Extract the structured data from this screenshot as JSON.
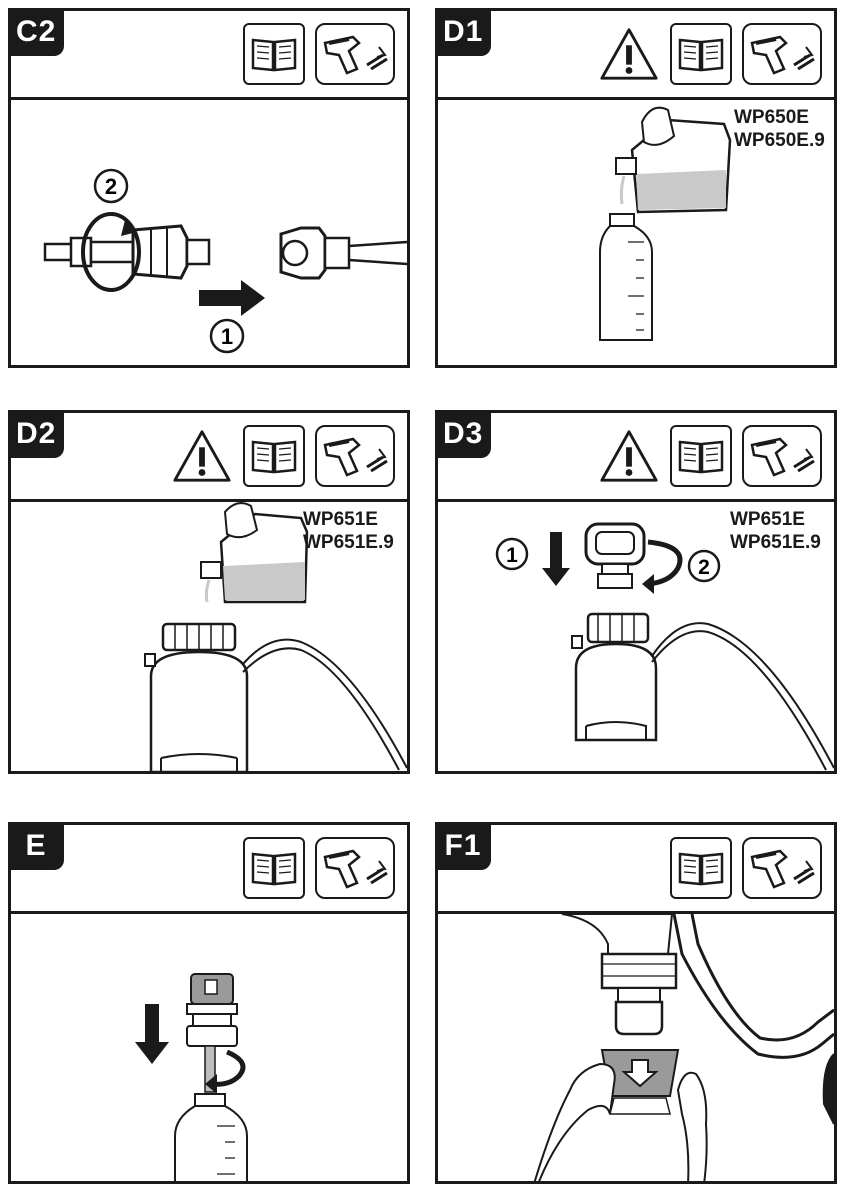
{
  "panels": [
    {
      "id": "C2",
      "models": [],
      "steps": [
        "2",
        "1"
      ],
      "warning": false
    },
    {
      "id": "D1",
      "models": [
        "WP650E",
        "WP650E.9"
      ],
      "steps": [],
      "warning": true
    },
    {
      "id": "D2",
      "models": [
        "WP651E",
        "WP651E.9"
      ],
      "steps": [],
      "warning": true
    },
    {
      "id": "D3",
      "models": [
        "WP651E",
        "WP651E.9"
      ],
      "steps": [
        "1",
        "2"
      ],
      "warning": true
    },
    {
      "id": "E",
      "models": [],
      "steps": [],
      "warning": false
    },
    {
      "id": "F1",
      "models": [],
      "steps": [],
      "warning": false
    }
  ],
  "icons": {
    "warning": "warning-triangle-icon",
    "manual": "open-book-icon",
    "device": "spray-gun-icon"
  },
  "colors": {
    "ink": "#1a1a1a",
    "liquid": "#c9c9c9",
    "accessory": "#9a9a9a"
  }
}
